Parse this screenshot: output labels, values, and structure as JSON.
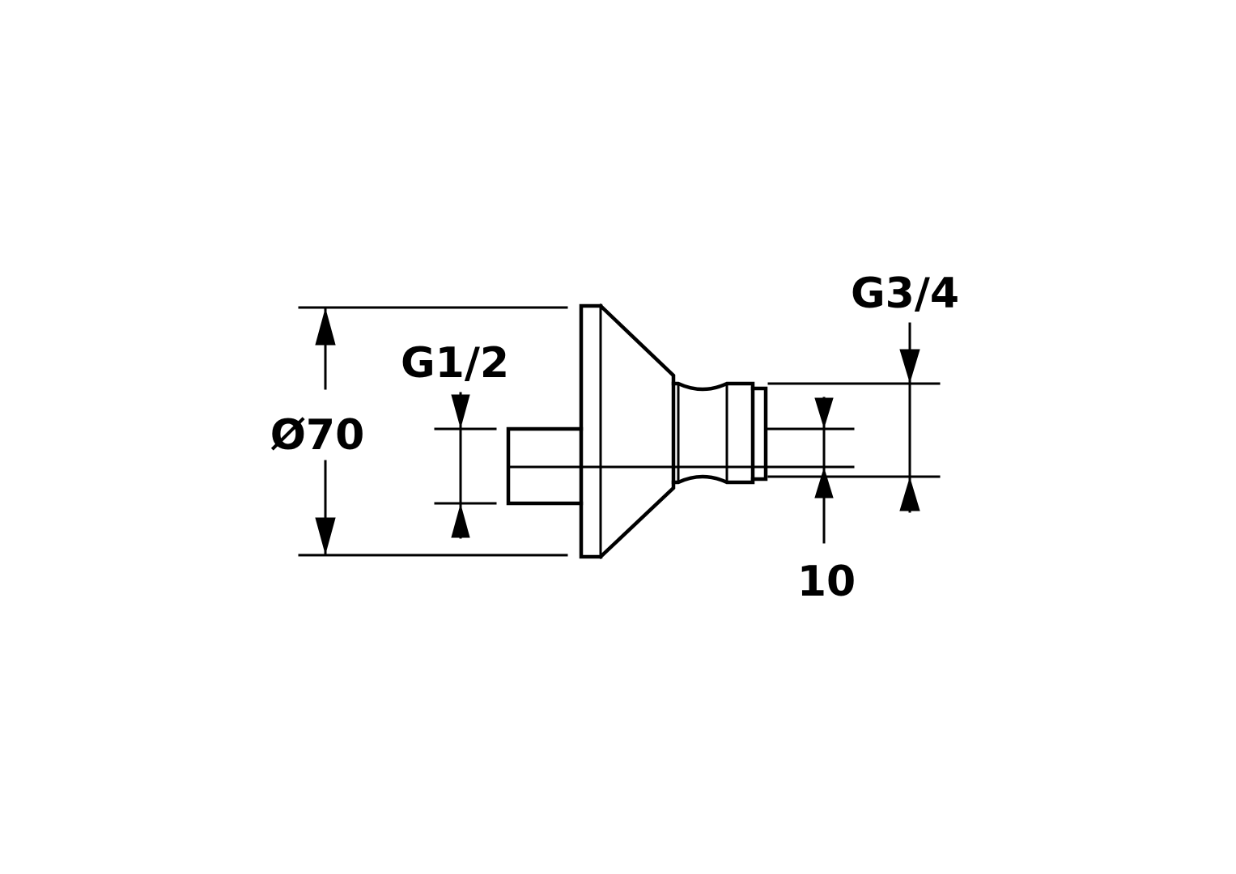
{
  "dimensions": {
    "diameter": "Ø70",
    "inlet_thread": "G1/2",
    "outlet_thread": "G3/4",
    "thread_length": "10"
  }
}
